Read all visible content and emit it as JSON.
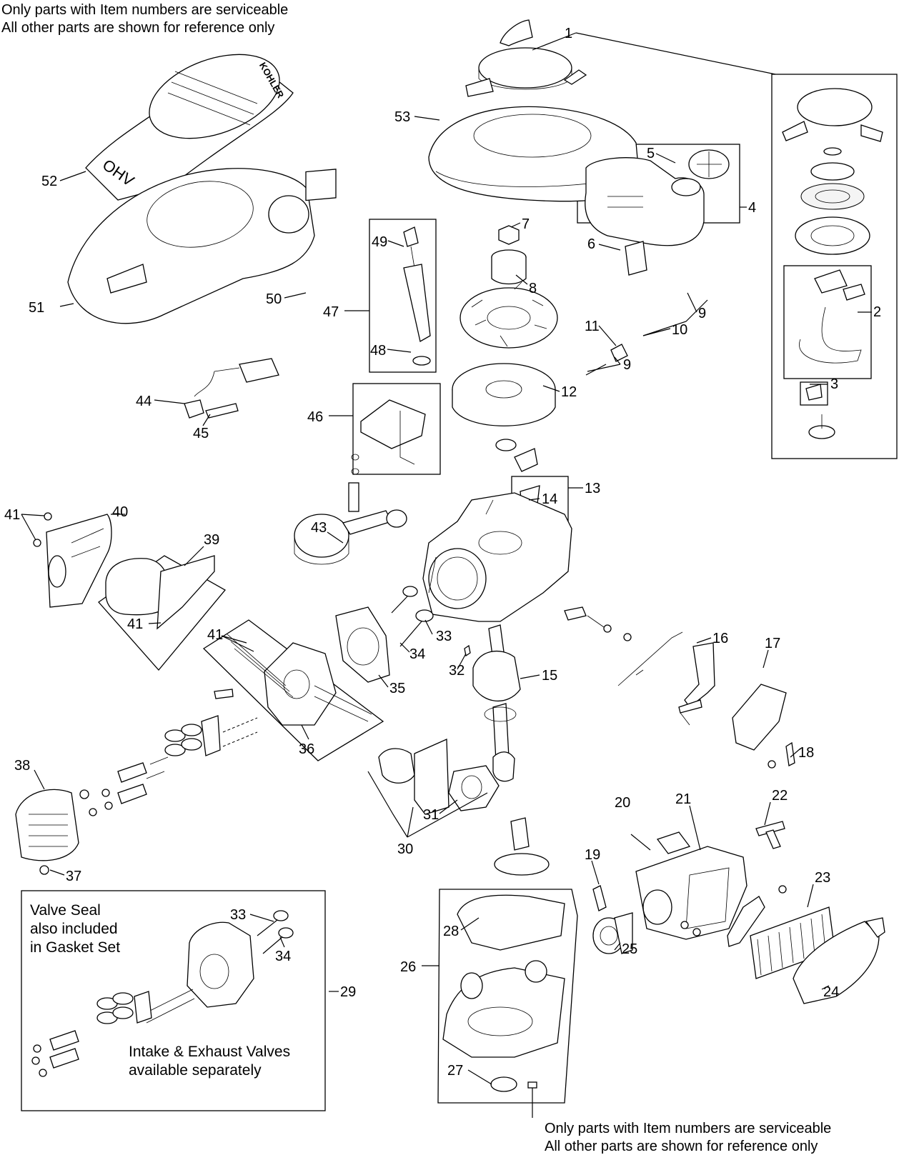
{
  "notes": {
    "top": {
      "line1": "Only parts with Item numbers are serviceable",
      "line2": "All other parts are shown for reference only"
    },
    "bottom": {
      "line1": "Only parts with Item numbers are serviceable",
      "line2": "All other parts are shown for reference only"
    },
    "valve_seal": {
      "line1": "Valve Seal",
      "line2": "also included",
      "line3": "in Gasket Set"
    },
    "valves": {
      "line1": "Intake & Exhaust Valves",
      "line2": "available separately"
    }
  },
  "callouts": [
    "1",
    "2",
    "3",
    "4",
    "5",
    "6",
    "7",
    "8",
    "9",
    "10",
    "11",
    "9",
    "12",
    "13",
    "14",
    "15",
    "16",
    "17",
    "18",
    "19",
    "20",
    "21",
    "22",
    "23",
    "24",
    "25",
    "26",
    "27",
    "28",
    "29",
    "30",
    "31",
    "32",
    "33",
    "34",
    "35",
    "36",
    "37",
    "38",
    "39",
    "40",
    "41",
    "41",
    "41",
    "43",
    "44",
    "45",
    "46",
    "47",
    "48",
    "49",
    "50",
    "51",
    "52",
    "53",
    "33",
    "34"
  ],
  "brand": {
    "logo": "KOHLER",
    "ohv": "OHV"
  }
}
